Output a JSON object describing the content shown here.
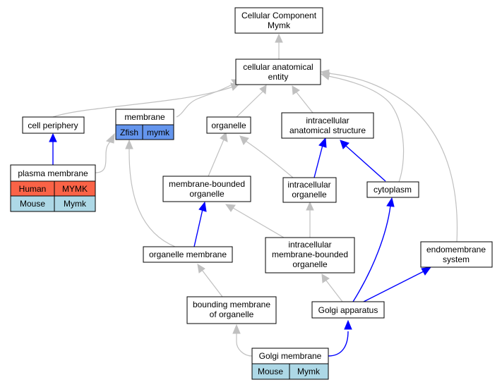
{
  "nodes": {
    "cc_mymk": {
      "line1": "Cellular Component",
      "line2": "Mymk"
    },
    "cae": {
      "line1": "cellular anatomical",
      "line2": "entity"
    },
    "cell_periphery": {
      "label": "cell periphery"
    },
    "membrane": {
      "label": "membrane"
    },
    "organelle": {
      "label": "organelle"
    },
    "ias": {
      "line1": "intracellular",
      "line2": "anatomical structure"
    },
    "plasma_membrane": {
      "label": "plasma membrane"
    },
    "mbo": {
      "line1": "membrane-bounded",
      "line2": "organelle"
    },
    "io": {
      "line1": "intracellular",
      "line2": "organelle"
    },
    "cytoplasm": {
      "label": "cytoplasm"
    },
    "org_membrane": {
      "label": "organelle membrane"
    },
    "imbo": {
      "line1": "intracellular",
      "line2": "membrane-bounded",
      "line3": "organelle"
    },
    "endomembrane": {
      "line1": "endomembrane",
      "line2": "system"
    },
    "bmo": {
      "line1": "bounding membrane",
      "line2": "of organelle"
    },
    "golgi": {
      "label": "Golgi apparatus"
    },
    "golgi_membrane": {
      "label": "Golgi membrane"
    }
  },
  "annotations": {
    "membrane_zfish": {
      "species": "Zfish",
      "gene": "mymk"
    },
    "pm_human": {
      "species": "Human",
      "gene": "MYMK"
    },
    "pm_mouse": {
      "species": "Mouse",
      "gene": "Mymk"
    },
    "gm_mouse": {
      "species": "Mouse",
      "gene": "Mymk"
    }
  },
  "colors": {
    "is_a_edge": "#c0c0c0",
    "part_of_edge": "#0000ff",
    "zfish": "#6495ed",
    "human": "#fa6347",
    "mouse": "#add8e6"
  }
}
